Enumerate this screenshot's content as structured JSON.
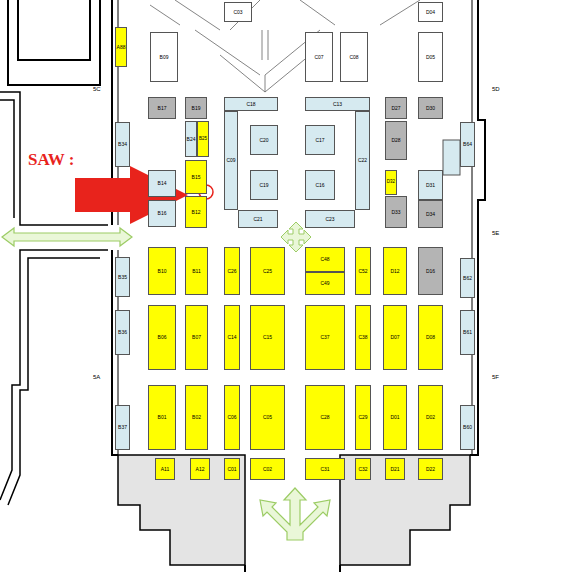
{
  "diagram": {
    "nodes": [
      {
        "text": [
          "A88"
        ]
      },
      {
        "text": [
          "C03"
        ]
      },
      {
        "text": [
          "D04"
        ]
      },
      {
        "text": [
          "B09"
        ]
      },
      {
        "text": [
          "C07"
        ]
      },
      {
        "text": [
          "C08"
        ]
      },
      {
        "text": [
          "D05"
        ]
      },
      {
        "text": [
          "B17"
        ]
      },
      {
        "text": [
          "B19"
        ]
      },
      {
        "text": [
          "C18"
        ]
      },
      {
        "text": [
          "C13"
        ]
      },
      {
        "text": [
          "D27"
        ]
      },
      {
        "text": [
          "D30"
        ]
      },
      {
        "text": [
          "B34"
        ]
      },
      {
        "text": [
          "B24"
        ]
      },
      {
        "text": [
          "B25"
        ]
      },
      {
        "text": [
          "C09"
        ]
      },
      {
        "text": [
          "C20"
        ]
      },
      {
        "text": [
          "C17"
        ]
      },
      {
        "text": [
          "C22"
        ]
      },
      {
        "text": [
          "D28"
        ]
      },
      {
        "text": [
          "B64"
        ]
      },
      {
        "text": [
          "B14"
        ]
      },
      {
        "text": [
          "B15"
        ]
      },
      {
        "text": [
          "C19"
        ]
      },
      {
        "text": [
          "C16"
        ]
      },
      {
        "text": [
          "D32"
        ]
      },
      {
        "text": [
          "D31"
        ]
      },
      {
        "text": [
          "B16"
        ]
      },
      {
        "text": [
          "B12"
        ]
      },
      {
        "text": [
          "C21"
        ]
      },
      {
        "text": [
          "C23"
        ]
      },
      {
        "text": [
          "D33"
        ]
      },
      {
        "text": [
          "D34"
        ]
      },
      {
        "text": [
          "B35"
        ]
      },
      {
        "text": [
          "B10"
        ]
      },
      {
        "text": [
          "B11"
        ]
      },
      {
        "text": [
          "C26"
        ]
      },
      {
        "text": [
          "C25"
        ]
      },
      {
        "text": [
          "C48"
        ]
      },
      {
        "text": [
          "C49"
        ]
      },
      {
        "text": [
          "C52"
        ]
      },
      {
        "text": [
          "D12"
        ]
      },
      {
        "text": [
          "D16"
        ]
      },
      {
        "text": [
          "B62"
        ]
      },
      {
        "text": [
          "B36"
        ]
      },
      {
        "text": [
          "B06"
        ]
      },
      {
        "text": [
          "B07"
        ]
      },
      {
        "text": [
          "C14"
        ]
      },
      {
        "text": [
          "C15"
        ]
      },
      {
        "text": [
          "C37"
        ]
      },
      {
        "text": [
          "C38"
        ]
      },
      {
        "text": [
          "D07"
        ]
      },
      {
        "text": [
          "D08"
        ]
      },
      {
        "text": [
          "B61"
        ]
      },
      {
        "text": [
          "B37"
        ]
      },
      {
        "text": [
          "B01"
        ]
      },
      {
        "text": [
          "B02"
        ]
      },
      {
        "text": [
          "C06"
        ]
      },
      {
        "text": [
          "C05"
        ]
      },
      {
        "text": [
          "C28"
        ]
      },
      {
        "text": [
          "C29"
        ]
      },
      {
        "text": [
          "D01"
        ]
      },
      {
        "text": [
          "D02"
        ]
      },
      {
        "text": [
          "B60"
        ]
      },
      {
        "text": [
          "A11"
        ]
      },
      {
        "text": [
          "A12"
        ]
      },
      {
        "text": [
          "C01"
        ]
      },
      {
        "text": [
          "C02"
        ]
      },
      {
        "text": [
          "C31"
        ]
      },
      {
        "text": [
          "C32"
        ]
      },
      {
        "text": [
          "D21"
        ]
      },
      {
        "text": [
          "D22"
        ]
      }
    ],
    "labels": [
      "SAW :",
      "5C",
      "5D",
      "5E",
      "5F",
      "5A"
    ]
  }
}
